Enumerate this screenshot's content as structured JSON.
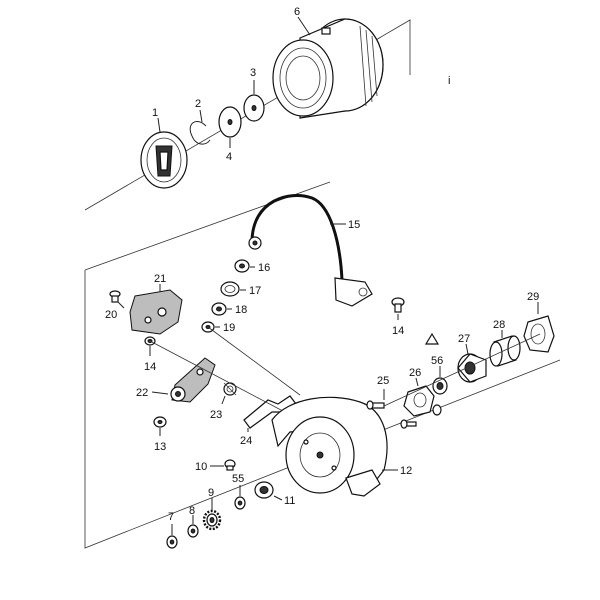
{
  "diagram": {
    "callouts": {
      "c1": "1",
      "c2": "2",
      "c3": "3",
      "c4": "4",
      "c6": "6",
      "c15": "15",
      "c16": "16",
      "c17": "17",
      "c18": "18",
      "c19": "19",
      "c21": "21",
      "c20": "20",
      "c14a": "14",
      "c14b": "14",
      "c22": "22",
      "c23": "23",
      "c24": "24",
      "c13": "13",
      "c10": "10",
      "c12": "12",
      "c11": "11",
      "c55": "55",
      "c9": "9",
      "c8": "8",
      "c7": "7",
      "c25": "25",
      "c26": "26",
      "c56": "56",
      "c27": "27",
      "c28": "28",
      "c29": "29",
      "mark_i": "i"
    }
  }
}
